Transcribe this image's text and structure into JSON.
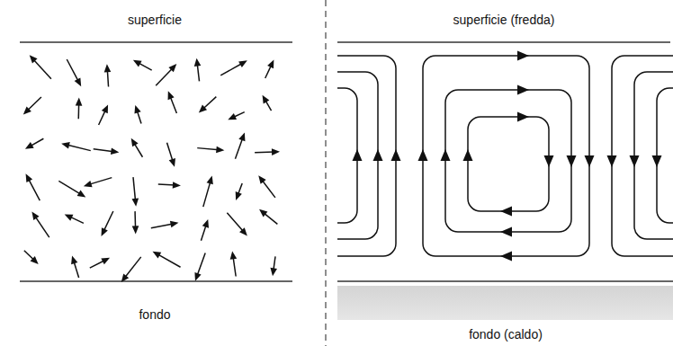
{
  "diagram": {
    "labels": [
      "superficie",
      "fondo",
      "superficie (fredda)",
      "fondo (caldo)"
    ]
  }
}
